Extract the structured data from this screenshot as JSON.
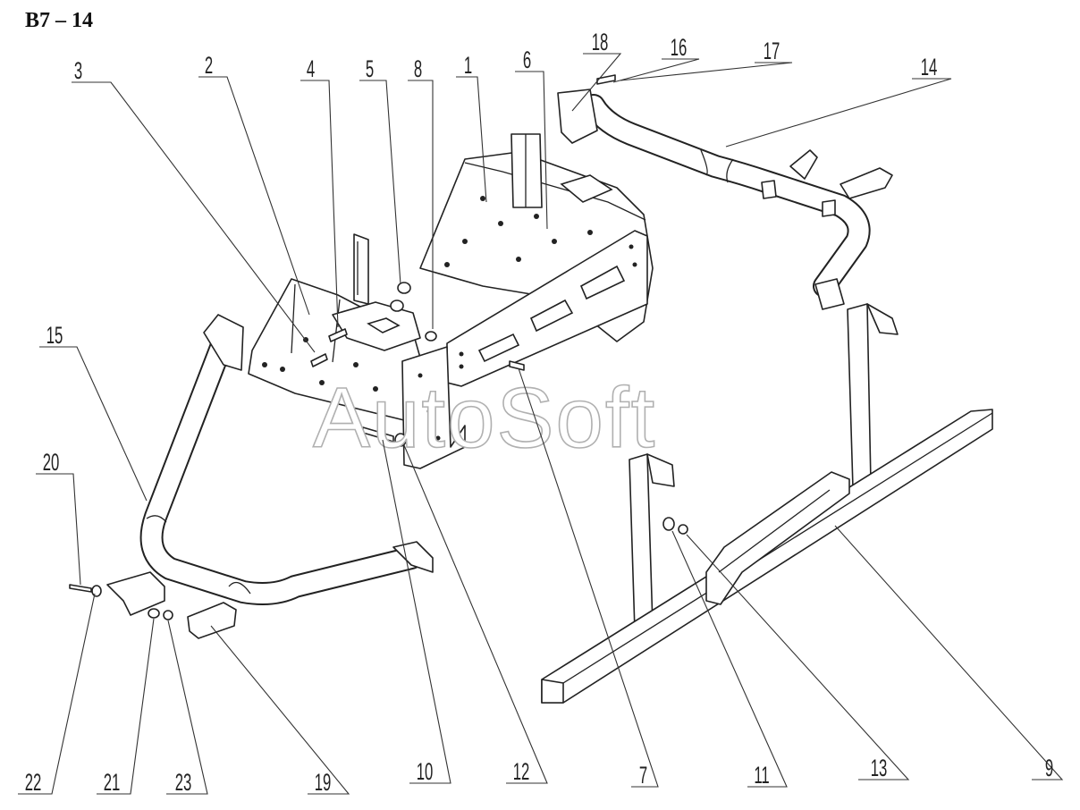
{
  "diagram": {
    "code": "B7 – 14",
    "watermark": "AutoSoft",
    "callouts": [
      {
        "id": "c1",
        "label": "1"
      },
      {
        "id": "c2",
        "label": "2"
      },
      {
        "id": "c3",
        "label": "3"
      },
      {
        "id": "c4",
        "label": "4"
      },
      {
        "id": "c5",
        "label": "5"
      },
      {
        "id": "c6",
        "label": "6"
      },
      {
        "id": "c7",
        "label": "7"
      },
      {
        "id": "c8",
        "label": "8"
      },
      {
        "id": "c9",
        "label": "9"
      },
      {
        "id": "c10",
        "label": "10"
      },
      {
        "id": "c11",
        "label": "11"
      },
      {
        "id": "c12",
        "label": "12"
      },
      {
        "id": "c13",
        "label": "13"
      },
      {
        "id": "c14",
        "label": "14"
      },
      {
        "id": "c15",
        "label": "15"
      },
      {
        "id": "c16",
        "label": "16"
      },
      {
        "id": "c17",
        "label": "17"
      },
      {
        "id": "c18",
        "label": "18"
      },
      {
        "id": "c19",
        "label": "19"
      },
      {
        "id": "c20",
        "label": "20"
      },
      {
        "id": "c21",
        "label": "21"
      },
      {
        "id": "c22",
        "label": "22"
      },
      {
        "id": "c23",
        "label": "23"
      }
    ]
  }
}
